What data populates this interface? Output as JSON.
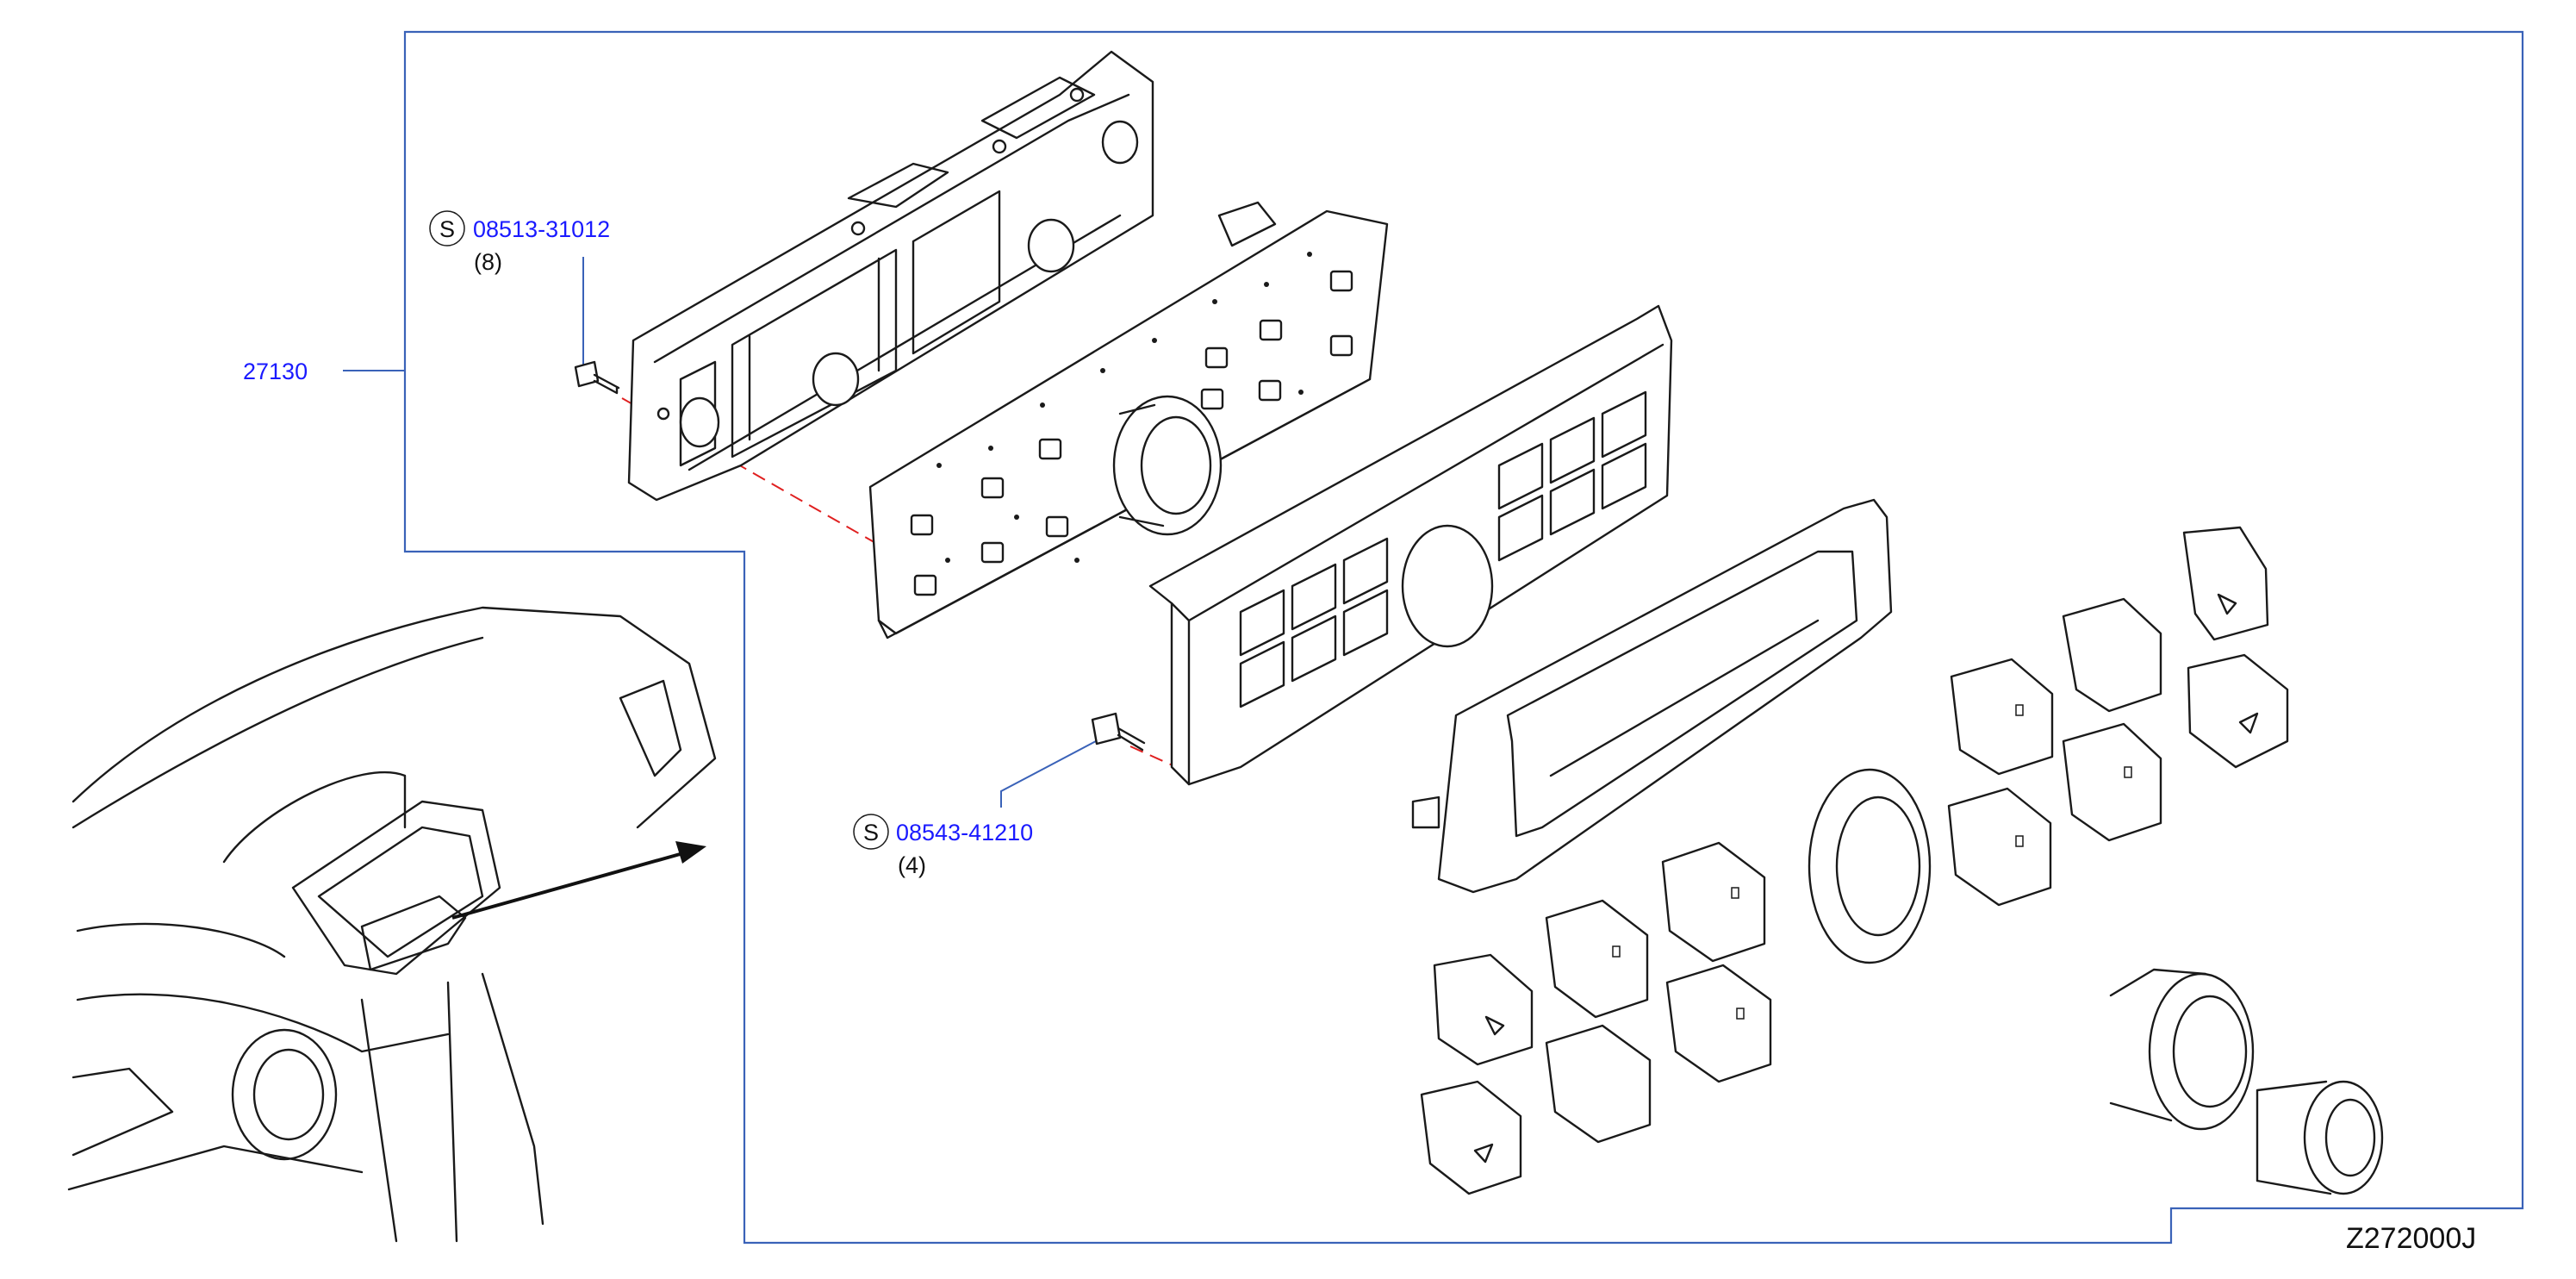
{
  "labels": {
    "part_main": "27130",
    "screw_top_symbol": "S",
    "screw_top_part": "08513-31012",
    "screw_top_qty": "(8)",
    "screw_mid_symbol": "S",
    "screw_mid_part": "08543-41210",
    "screw_mid_qty": "(4)"
  },
  "diagram_id": "Z272000J",
  "colors": {
    "link": "#1a1aff",
    "frame_line": "#3a62b8",
    "align_dash": "#e02020",
    "line_art": "#1a1a1a"
  }
}
